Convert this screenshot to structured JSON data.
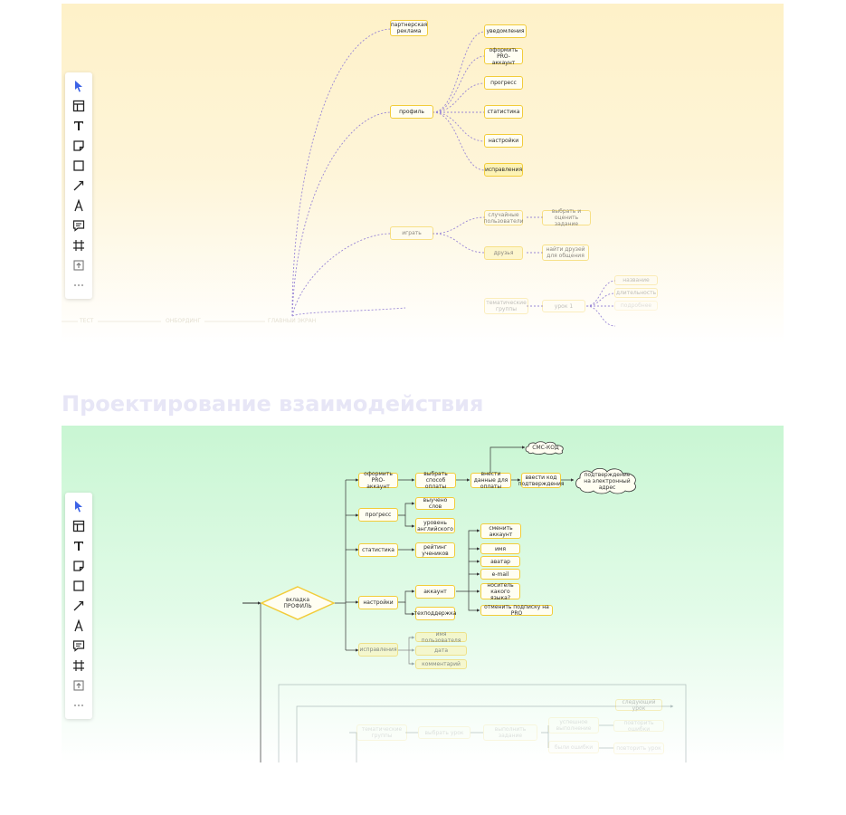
{
  "top_ghost_text": "",
  "section": {
    "title": "Проектирование взаимодействия"
  },
  "board1": {
    "lanes": [
      "ТЕСТ",
      "ОНБОРДИНГ",
      "ГЛАВНЫЙ ЭКРАН"
    ],
    "nodes": {
      "partner_ads": "партнерская реклама",
      "profile": "профиль",
      "notifications": "уведомления",
      "pro": "оформить PRO-аккаунт",
      "progress": "прогресс",
      "stats": "статистика",
      "settings": "настройки",
      "corrections": "исправления",
      "play": "играть",
      "random_users": "случайные пользователи",
      "choose_task": "выбрать и оценить задание",
      "friends": "друзья",
      "find_friends": "найти друзей для общения",
      "thematic_groups": "тематические группы",
      "lesson1": "урок 1",
      "name": "название",
      "duration": "длительность",
      "description": "подробнее"
    }
  },
  "board2": {
    "nodes": {
      "profile_tab": "вкладка ПРОФИЛЬ",
      "pro": "оформить PRO-аккаунт",
      "progress": "прогресс",
      "stats": "статистика",
      "settings": "настройки",
      "corrections": "исправления",
      "payment_method": "выбрать способ оплаты",
      "payment_data": "внести данные для оплаты",
      "enter_code": "ввести код подтверждения",
      "sms": "СМС-КОД",
      "email_confirm": "подтверждение на электронный адрес",
      "words_learned": "выучено слов",
      "english_level": "уровень английского",
      "leaderboard": "рейтинг учеников",
      "account": "аккаунт",
      "support": "техподдержка",
      "change_account": "сменить аккаунт",
      "name": "имя",
      "avatar": "аватар",
      "email": "e-mail",
      "native": "носитель какого языка?",
      "cancel_sub": "отменить подписку на PRO",
      "username": "имя пользователя",
      "date": "дата",
      "comment": "комментарий",
      "next_lesson": "следующий урок",
      "thematic_groups": "тематические группы",
      "choose_lesson": "выбрать урок",
      "do_task": "выполнить задание",
      "success": "успешное выполнение",
      "repeat_task": "повторить ошибки",
      "mistakes": "были ошибки",
      "retry_lesson": "повторить урок"
    }
  }
}
